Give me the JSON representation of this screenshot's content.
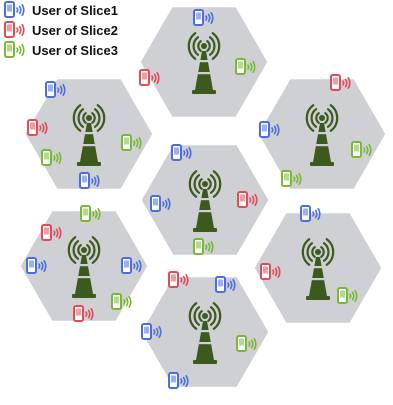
{
  "legend": [
    {
      "label": "User of Slice1",
      "slice": 1,
      "icon": "phone-icon"
    },
    {
      "label": "User of Slice2",
      "slice": 2,
      "icon": "phone-icon"
    },
    {
      "label": "User of Slice3",
      "slice": 3,
      "icon": "phone-icon"
    }
  ],
  "colors": {
    "slice1": "#4a6ee0",
    "slice2": "#e24a58",
    "slice3": "#77b930",
    "cell_fill": "#cfd0d4",
    "tower": "#3d5a1e",
    "background": "#ffffff"
  },
  "cells": [
    {
      "name": "top",
      "users": [
        1,
        2,
        3
      ]
    },
    {
      "name": "upper-left",
      "users": [
        1,
        2,
        3,
        3,
        1
      ]
    },
    {
      "name": "upper-right",
      "users": [
        2,
        1,
        3,
        3
      ]
    },
    {
      "name": "center",
      "users": [
        1,
        1,
        2,
        3
      ]
    },
    {
      "name": "lower-left",
      "users": [
        3,
        2,
        1,
        1,
        3,
        2
      ]
    },
    {
      "name": "lower-right",
      "users": [
        1,
        2,
        3
      ]
    },
    {
      "name": "bottom",
      "users": [
        2,
        1,
        1,
        3,
        1
      ]
    }
  ],
  "icons": {
    "tower": "cell-tower-icon",
    "user": "phone-icon"
  }
}
